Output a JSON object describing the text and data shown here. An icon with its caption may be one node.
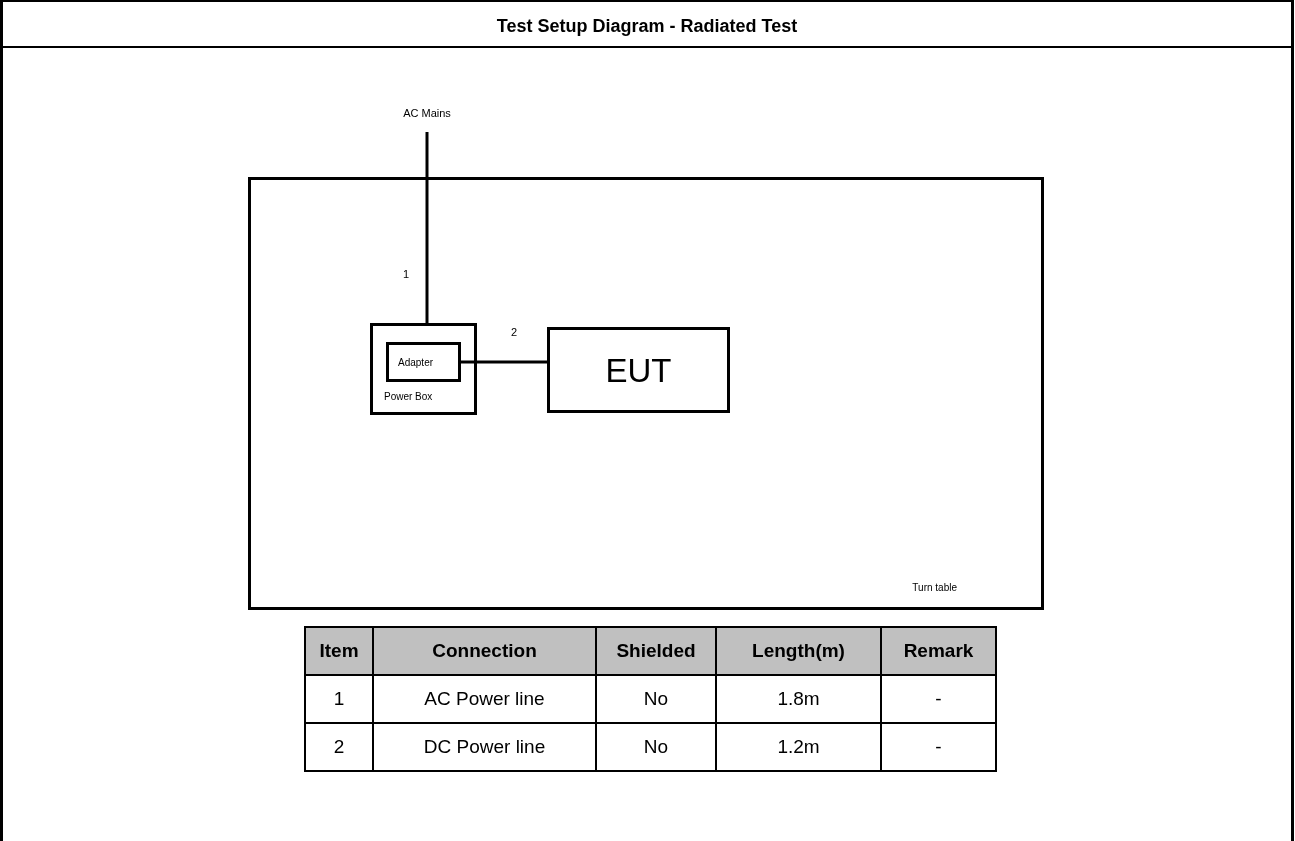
{
  "diagram": {
    "title": "Test Setup Diagram - Radiated Test",
    "nodes": [
      {
        "text": [
          "AC Mains"
        ]
      },
      {
        "text": [
          "Turn table"
        ]
      },
      {
        "text": [
          "Power Box"
        ],
        "in": 1
      },
      {
        "text": [
          "Adapter"
        ],
        "in": 2
      },
      {
        "text": [
          "EUT"
        ],
        "in": 1
      }
    ],
    "edges": [
      {
        "from": 0,
        "to": 2,
        "arrow": "none",
        "label": "1"
      },
      {
        "from": 3,
        "to": 4,
        "arrow": "none",
        "label": "2"
      }
    ],
    "labels": [
      "Item",
      "Connection",
      "Shielded",
      "Length(m)",
      "Remark",
      "1",
      "AC Power line",
      "No",
      "1.8m",
      "-",
      "2",
      "DC Power line",
      "No",
      "1.2m",
      "-"
    ]
  }
}
